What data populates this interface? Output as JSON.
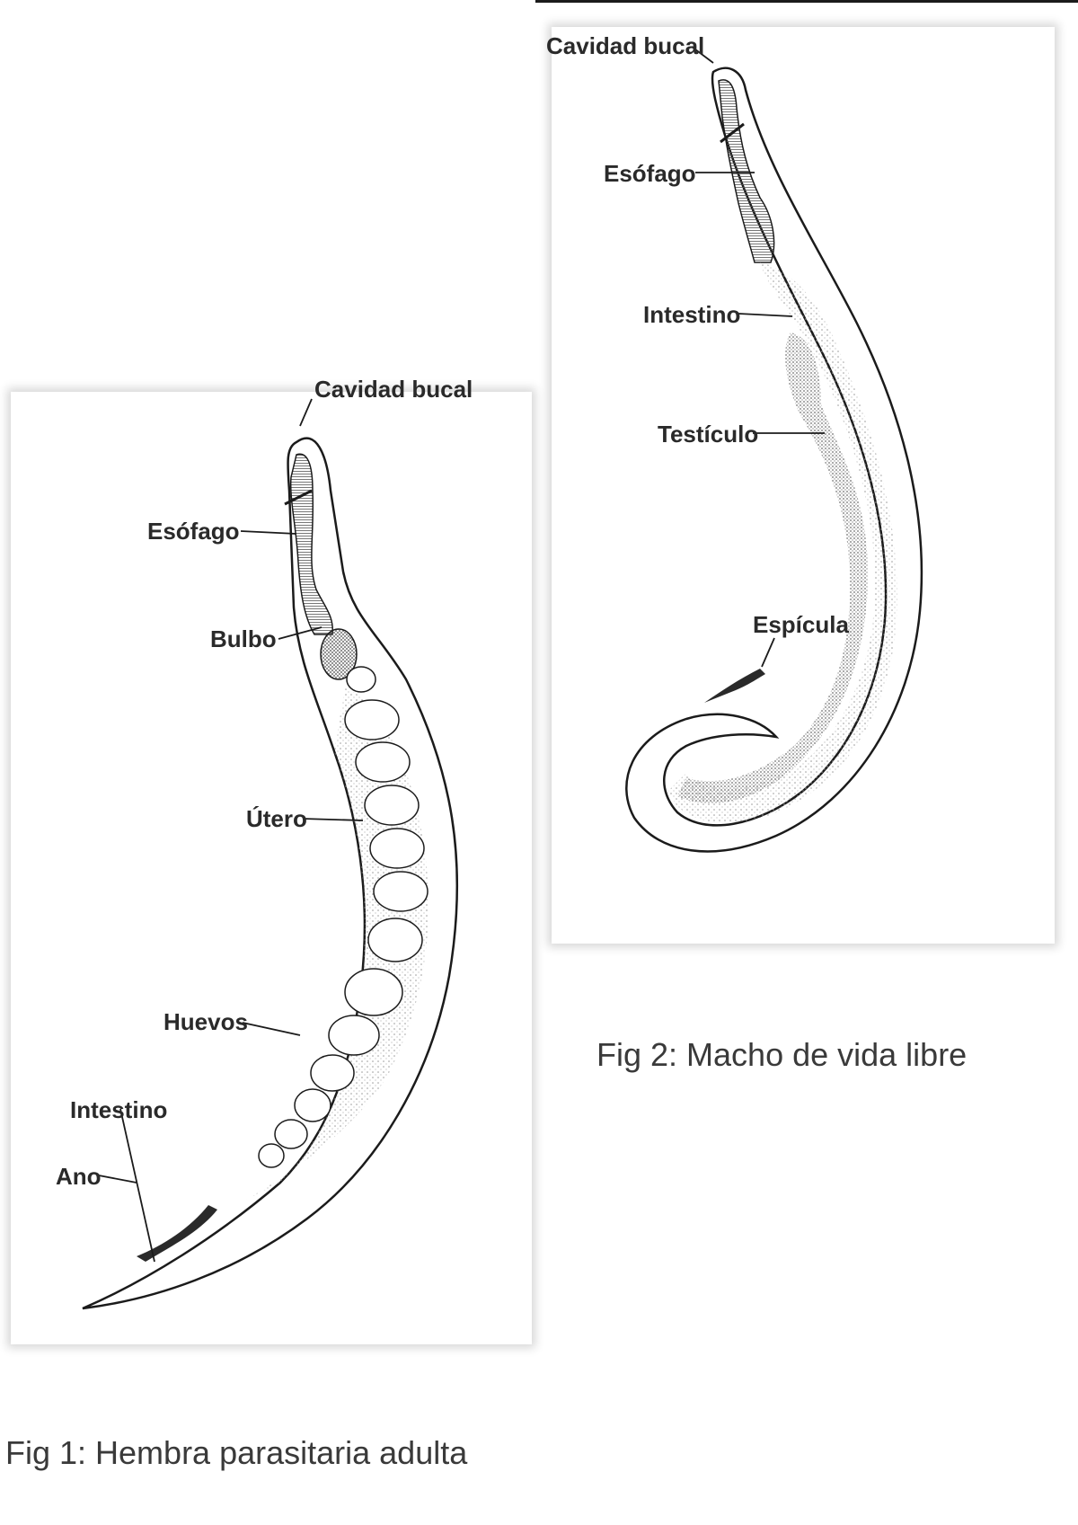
{
  "figure1": {
    "caption": "Fig 1: Hembra parasitaria adulta",
    "labels": {
      "cavidad_bucal": "Cavidad bucal",
      "esofago": "Esófago",
      "bulbo": "Bulbo",
      "utero": "Útero",
      "huevos": "Huevos",
      "intestino": "Intestino",
      "ano": "Ano"
    }
  },
  "figure2": {
    "caption": "Fig 2: Macho de vida libre",
    "labels": {
      "cavidad_bucal": "Cavidad bucal",
      "esofago": "Esófago",
      "intestino": "Intestino",
      "testiculo": "Testículo",
      "espicula": "Espícula"
    }
  },
  "colors": {
    "ink": "#2a2a2a",
    "stipple": "#bdbdbd",
    "border": "#1b1b1b"
  }
}
